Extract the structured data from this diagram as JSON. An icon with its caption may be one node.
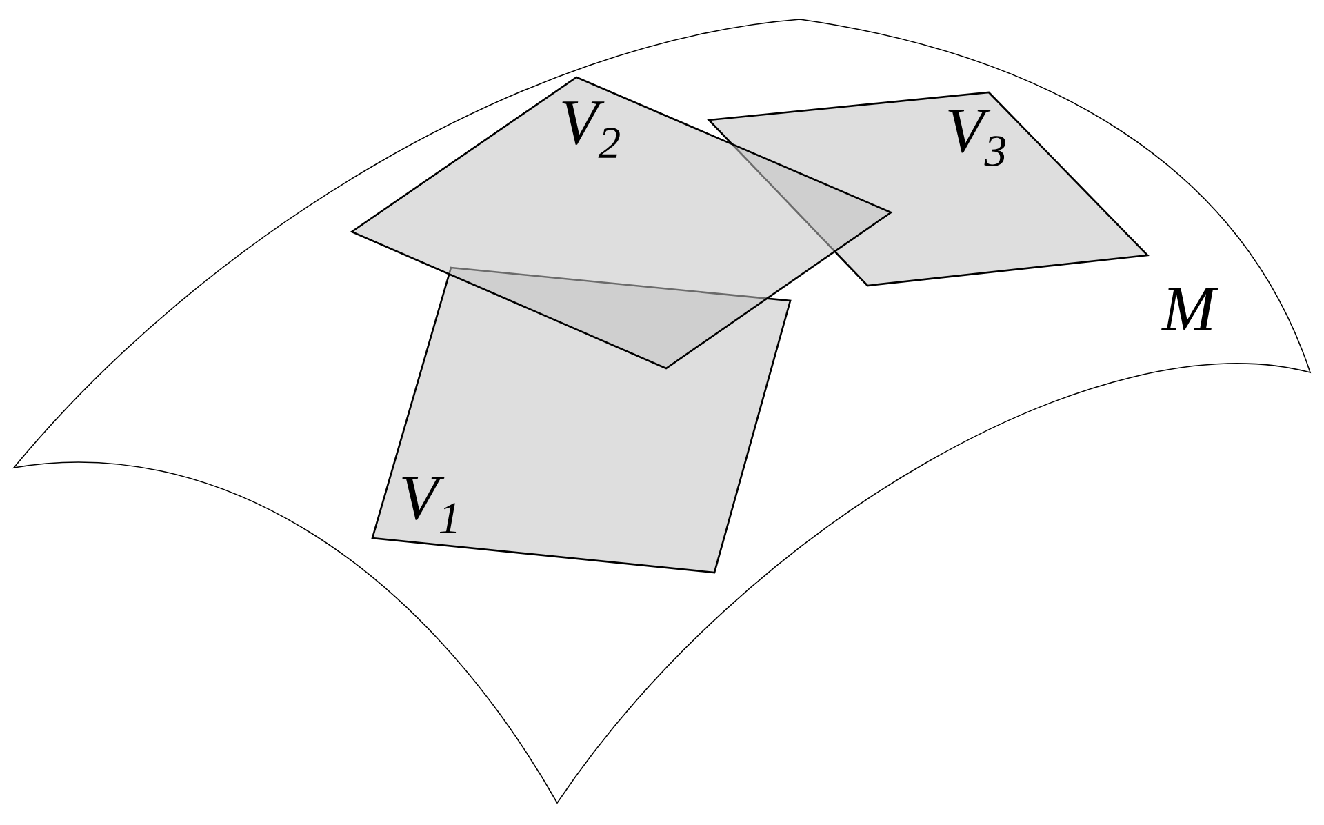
{
  "diagram": {
    "nodes": [
      {
        "text": [
          "M"
        ]
      },
      {
        "text": [
          "V$_{2}$"
        ],
        "in": 0
      },
      {
        "text": [
          "V$_{3}$"
        ],
        "in": 0
      },
      {
        "text": [
          "V$_{1}$"
        ],
        "in": 0
      }
    ]
  }
}
